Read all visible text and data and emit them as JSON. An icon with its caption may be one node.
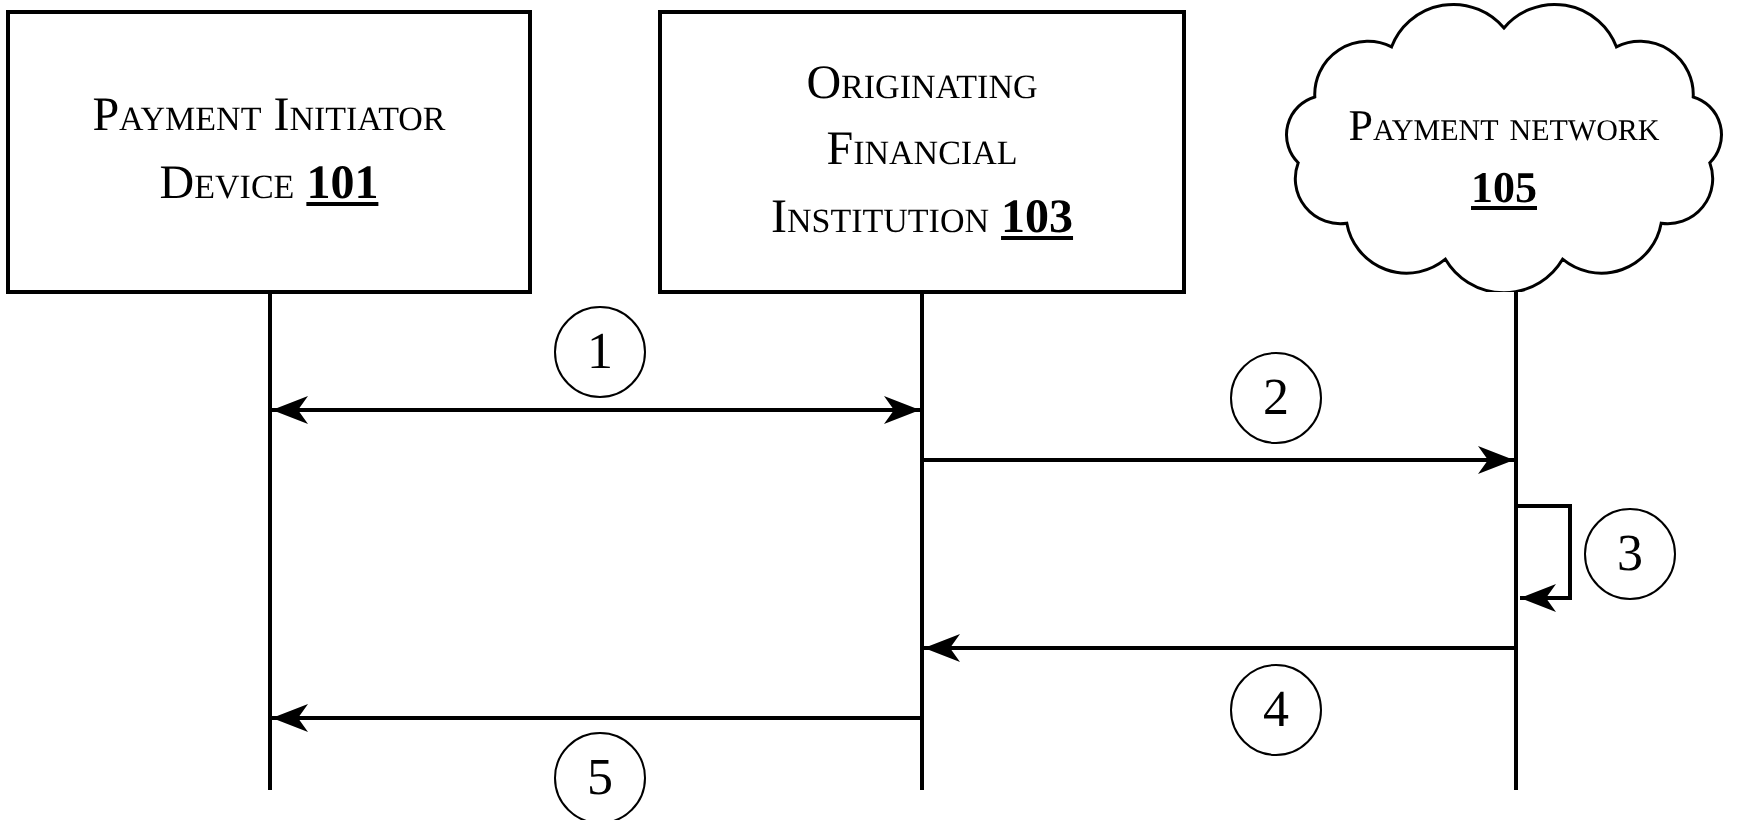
{
  "diagram": {
    "nodes": [
      {
        "text": [
          "Payment Initiator Device **101**"
        ]
      },
      {
        "text": [
          "Originating Financial Institution **103**"
        ]
      },
      {
        "text": [
          "Payment network **105**"
        ]
      }
    ],
    "edges": [
      {
        "from": 0,
        "to": 1,
        "arrow": "both",
        "label": "1"
      },
      {
        "from": 1,
        "to": 2,
        "arrow": "to",
        "label": "2"
      },
      {
        "from": 2,
        "to": 2,
        "arrow": "to",
        "label": "3"
      },
      {
        "from": 2,
        "to": 1,
        "arrow": "to",
        "label": "4"
      },
      {
        "from": 1,
        "to": 0,
        "arrow": "to",
        "label": "5"
      }
    ]
  }
}
